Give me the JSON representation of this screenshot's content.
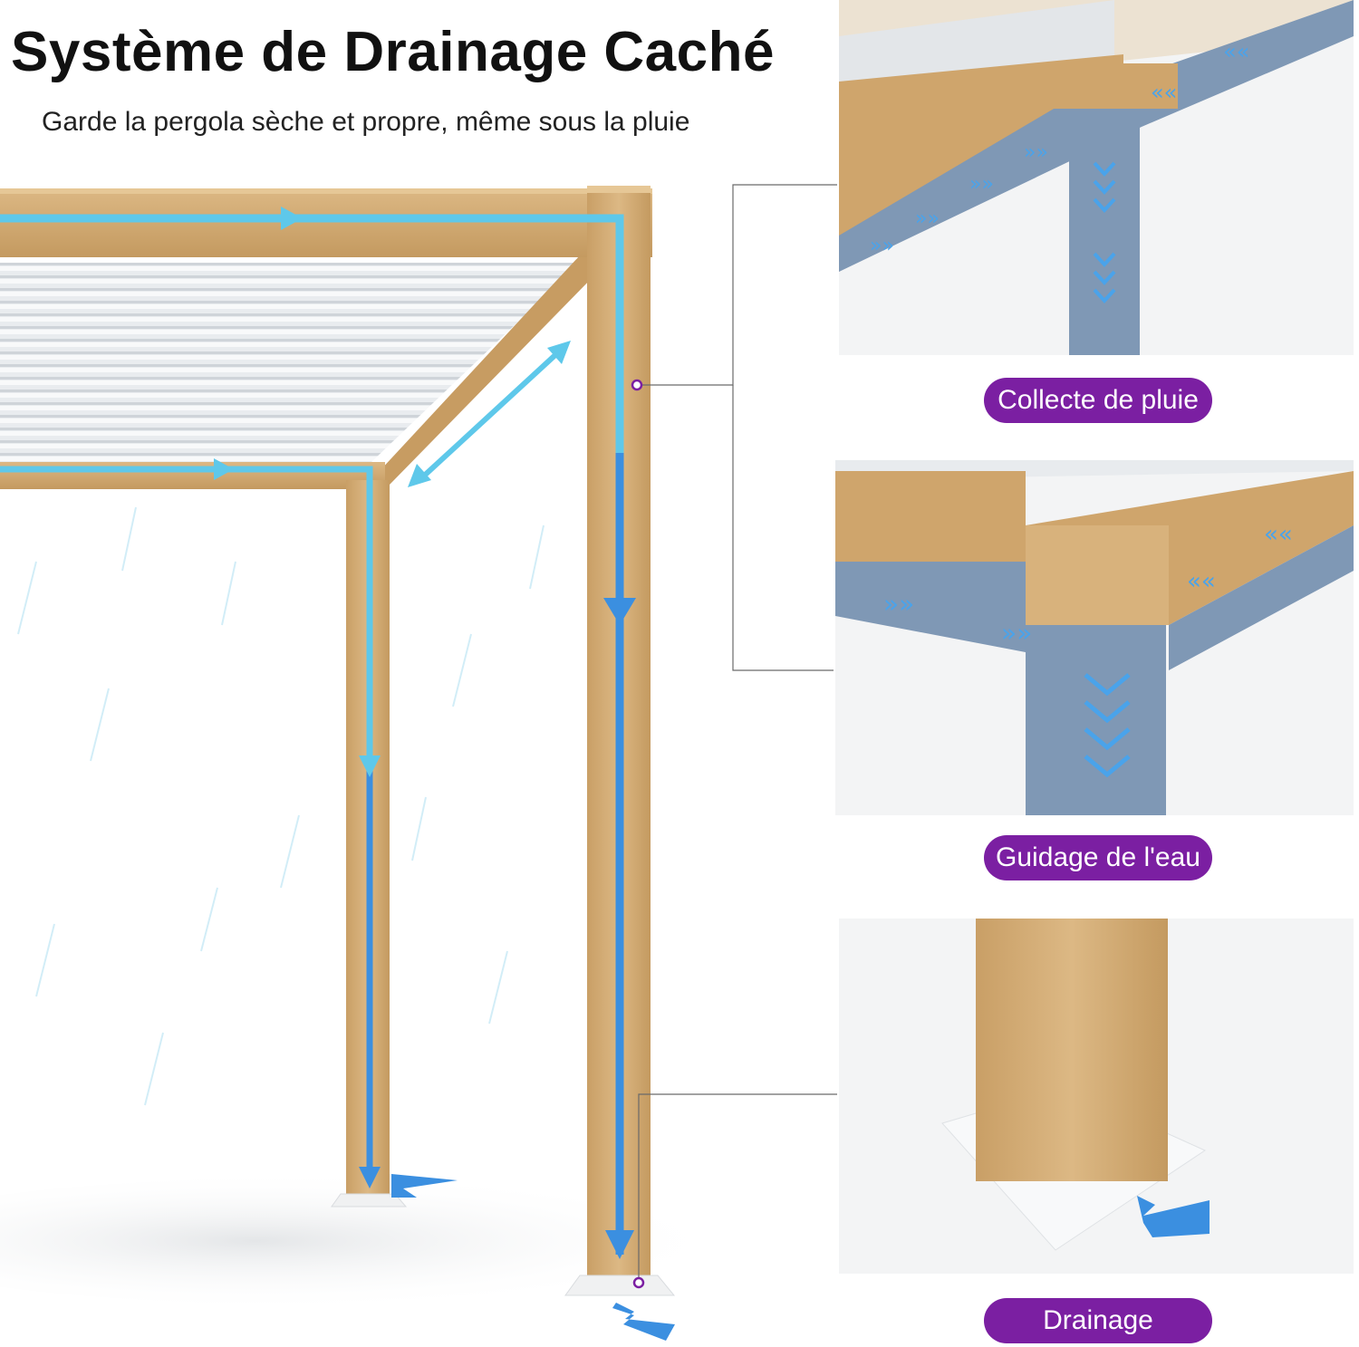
{
  "header": {
    "title": "Système de Drainage Caché",
    "subtitle": "Garde la pergola sèche et propre, même sous la pluie"
  },
  "callouts": [
    {
      "label": "Collecte de pluie"
    },
    {
      "label": "Guidage de l'eau"
    },
    {
      "label": "Drainage"
    }
  ],
  "colors": {
    "wood": "#d2ad78",
    "wood_dark": "#b88f58",
    "flow_light": "#5ec8ea",
    "flow_dark": "#3b8fe0",
    "channel_blue": "#7f98b5",
    "pill": "#7b1fa2"
  }
}
